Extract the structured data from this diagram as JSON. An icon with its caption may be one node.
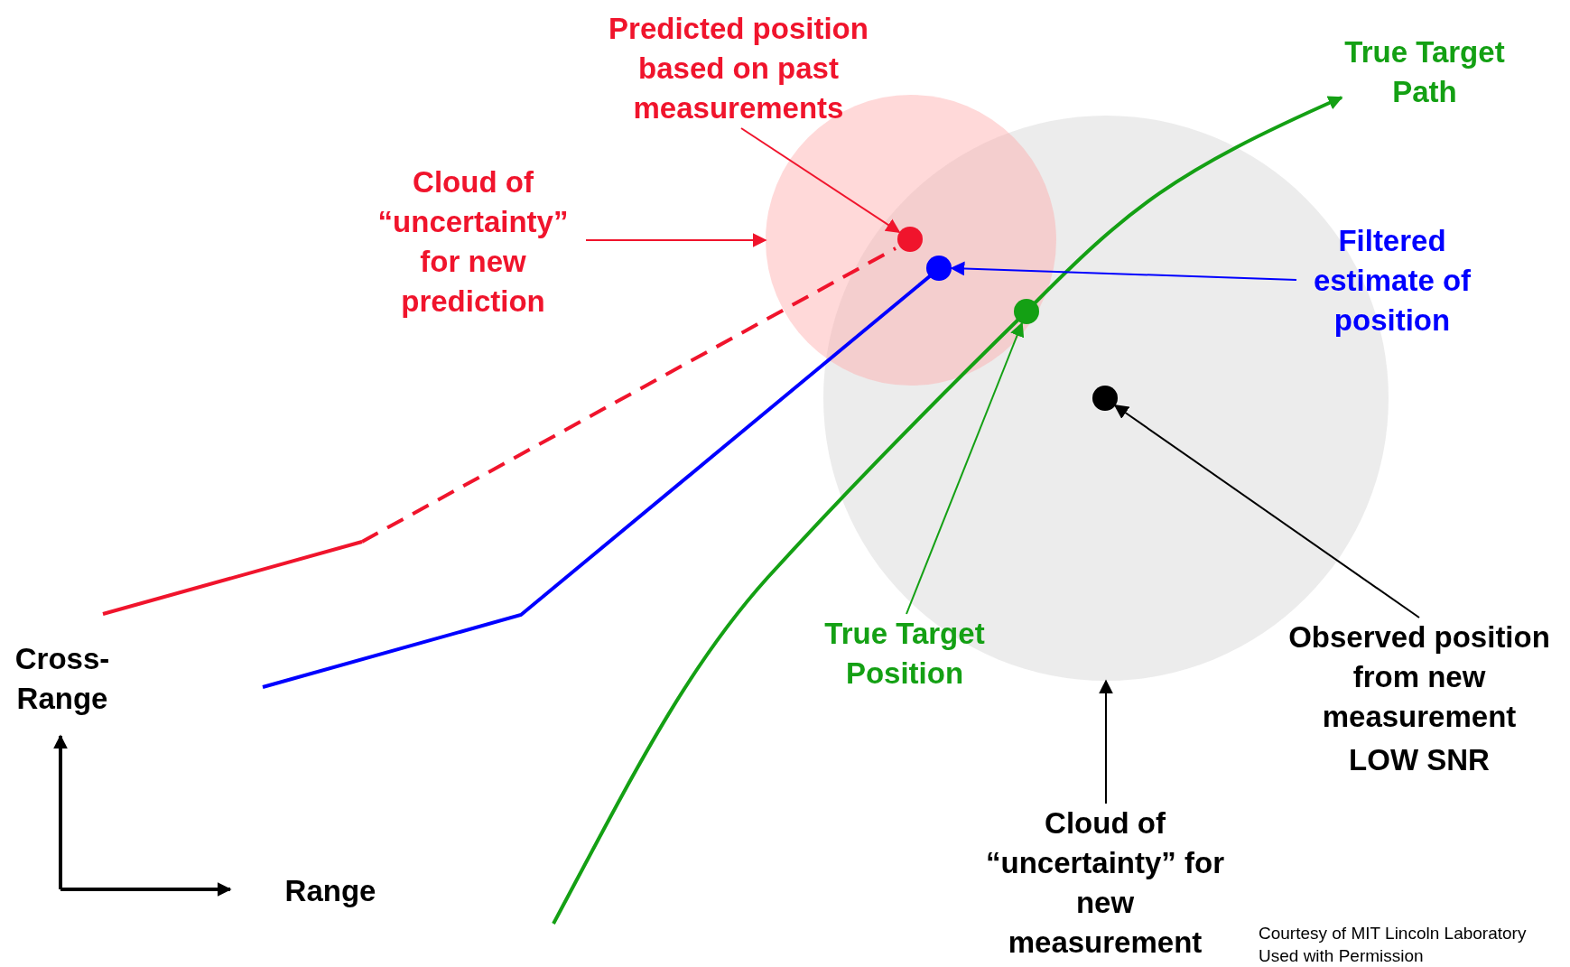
{
  "diagram": {
    "nodes": [
      {
        "text": [
          "Predicted position based on past measurements"
        ]
      },
      {
        "text": [],
        "shape": "circle"
      },
      {
        "text": [
          "Cloud of “uncertainty” for new prediction"
        ]
      },
      {
        "text": [],
        "shape": "circle"
      },
      {
        "text": [],
        "shape": "circle"
      },
      {
        "text": [
          "Filtered estimate of position"
        ]
      },
      {
        "text": [],
        "shape": "circle"
      },
      {
        "text": [
          "True Target Position"
        ]
      },
      {
        "text": [],
        "shape": "circle",
        "in": 10
      },
      {
        "text": [
          "Observed position from new measurement",
          "LOW SNR"
        ]
      },
      {
        "text": [],
        "shape": "circle"
      },
      {
        "text": [
          "Cloud of “uncertainty” for new measurement"
        ]
      }
    ],
    "edges": [
      {
        "from": 0,
        "to": 1,
        "arrow": "to",
        "color": "#f0142c"
      },
      {
        "from": 2,
        "to": 3,
        "arrow": "to",
        "color": "#f0142c"
      },
      {
        "from": 5,
        "to": 4,
        "arrow": "to",
        "color": "#0000ff"
      },
      {
        "from": 7,
        "to": 6,
        "arrow": "to",
        "color": "#14a014"
      },
      {
        "from": 9,
        "to": 8,
        "arrow": "to",
        "color": "#000000"
      },
      {
        "from": 11,
        "to": 10,
        "arrow": "to",
        "color": "#000000"
      }
    ],
    "labels": [
      "True Target Path",
      "Cross-Range",
      "Range",
      "Courtesy of MIT Lincoln Laboratory",
      "Used with Permission"
    ]
  }
}
